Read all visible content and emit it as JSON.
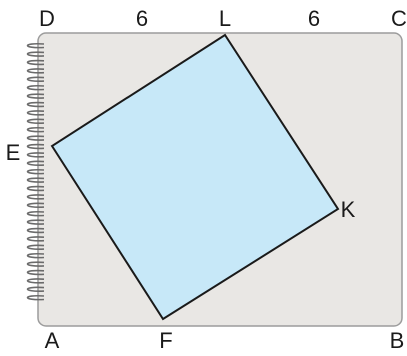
{
  "diagram": {
    "points": {
      "A": "A",
      "B": "B",
      "C": "C",
      "D": "D",
      "E": "E",
      "F": "F",
      "K": "K",
      "L": "L"
    },
    "segment_labels": {
      "DL": "6",
      "LC": "6"
    },
    "colors": {
      "notebook_fill": "#e9e7e4",
      "notebook_stroke": "#9c9c9c",
      "square_fill": "#c7e8f8",
      "square_stroke": "#1a1a1a",
      "spiral": "#6b6b6b"
    }
  }
}
